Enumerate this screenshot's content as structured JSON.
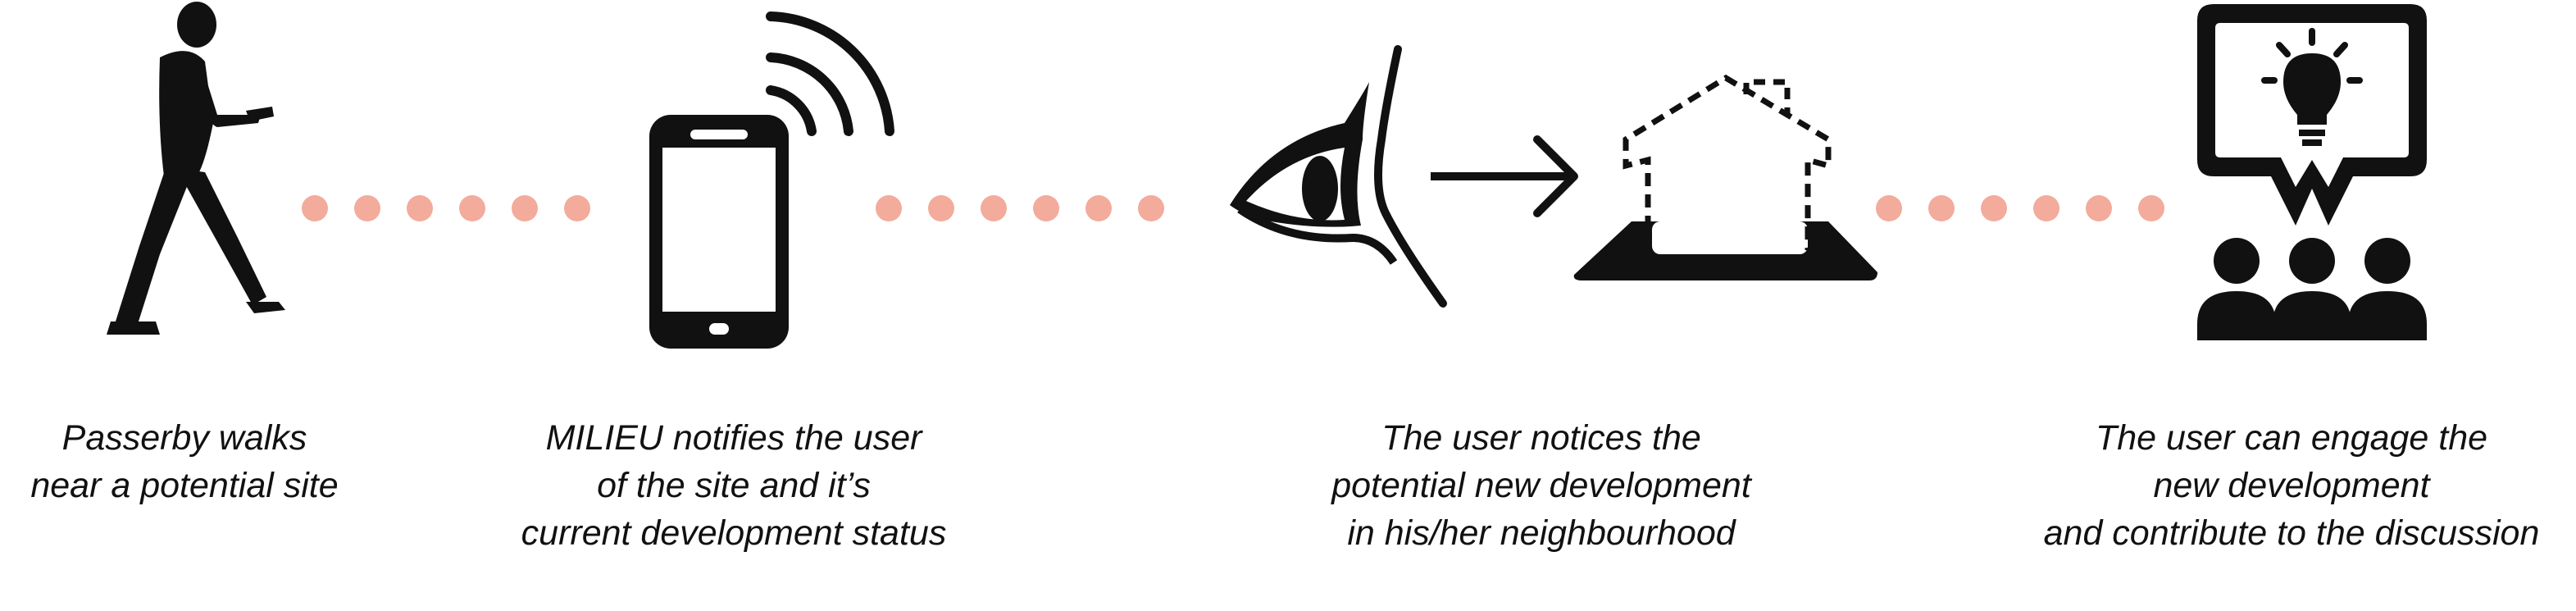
{
  "colors": {
    "ink": "#111111",
    "dot": "#f3ab9c",
    "background": "#ffffff"
  },
  "steps": [
    {
      "icon": "walking-person-icon",
      "caption": [
        "Passerby walks",
        "near a potential site"
      ]
    },
    {
      "icon": "smartphone-signal-icon",
      "caption": [
        "MILIEU notifies the user",
        "of the site and it’s",
        "current development status"
      ]
    },
    {
      "icon": "eye-notices-house-icon",
      "caption": [
        "The user notices the",
        "potential new development",
        "in his/her neighbourhood"
      ]
    },
    {
      "icon": "community-idea-icon",
      "caption": [
        "The user can engage the",
        "new development",
        "and contribute to the discussion"
      ]
    }
  ],
  "connectors": [
    {
      "dots": 6
    },
    {
      "dots": 6
    },
    {
      "dots": 6
    }
  ]
}
